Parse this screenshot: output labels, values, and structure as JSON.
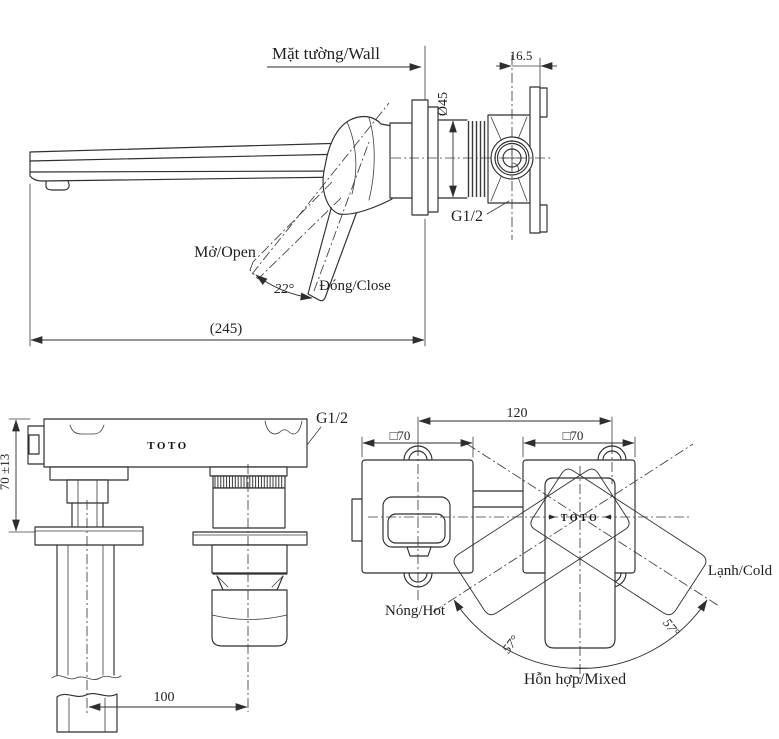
{
  "meta": {
    "drawing_type": "technical installation drawing",
    "product": "wall-mounted single-lever basin mixer",
    "background": "#ffffff",
    "ink_color": "#2e2e2e"
  },
  "views": {
    "side": {
      "wall_label": "Mặt tường/Wall",
      "dim_offset": "16.5",
      "dim_diameter": "Ø45",
      "thread": "G1/2",
      "open_label": "Mở/Open",
      "close_label": "Đóng/Close",
      "open_angle": "22°",
      "length": "(245)"
    },
    "plan": {
      "thread": "G1/2",
      "dim_depth": "70 ±13",
      "dim_spacing": "100",
      "brand": "TOTO"
    },
    "front": {
      "dim_pitch": "120",
      "plate_left": "□70",
      "plate_right": "□70",
      "hot_label": "Nóng/Hot",
      "cold_label": "Lạnh/Cold",
      "mixed_label": "Hỗn hợp/Mixed",
      "angle_left": "57°",
      "angle_right": "57°",
      "brand": "TOTO"
    }
  }
}
